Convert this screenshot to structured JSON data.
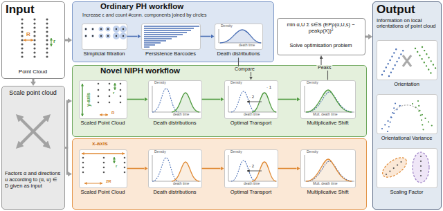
{
  "diagram": {
    "nodes": [
      {
        "text": [
          "Input",
          "Point Cloud"
        ]
      },
      {
        "text": [
          "Ordinary PH workflow",
          "Increase ε and count #conn. components joined by circles"
        ]
      },
      {
        "text": [
          "Simplicial filtration"
        ],
        "in": 1
      },
      {
        "text": [
          "Persistence Barcodes"
        ],
        "in": 1
      },
      {
        "text": [
          "Death distributions"
        ],
        "in": 1
      },
      {
        "text": [
          "min α,U Σ s∈S (EPρ(α,U,s) − peakρ(X))²",
          "Solve optimisation problem"
        ]
      },
      {
        "text": [
          "Output",
          "Information on local orientations of point cloud"
        ]
      },
      {
        "text": [
          "Orientation"
        ],
        "in": 6
      },
      {
        "text": [
          "Orientational Variance"
        ],
        "in": 6
      },
      {
        "text": [
          "Scaling Factor"
        ],
        "in": 6
      },
      {
        "text": [
          "Scale point cloud",
          "Factors α and directions u according to (α, u) ∈ D given as input"
        ]
      },
      {
        "text": [
          "Novel NIPH workflow"
        ]
      },
      {
        "text": [
          "Scaled Point Cloud"
        ],
        "in": 11
      },
      {
        "text": [
          "Death distributions"
        ],
        "in": 11
      },
      {
        "text": [
          "Optimal Transport"
        ],
        "in": 11
      },
      {
        "text": [
          "Multiplicative Shift"
        ],
        "in": 11
      },
      {
        "text": [
          "x-axis"
        ]
      },
      {
        "text": [
          "Scaled Point Cloud"
        ],
        "in": 16
      },
      {
        "text": [
          "Death distributions"
        ],
        "in": 16
      },
      {
        "text": [
          "Optimal Transport"
        ],
        "in": 16
      },
      {
        "text": [
          "Multiplicative Shift"
        ],
        "in": 16
      }
    ],
    "edges": [
      {
        "from": 0,
        "to": 1,
        "arrow": "to"
      },
      {
        "from": 0,
        "to": 10,
        "arrow": "to"
      },
      {
        "from": 10,
        "to": 11,
        "arrow": "to"
      },
      {
        "from": 10,
        "to": 16,
        "arrow": "to"
      },
      {
        "from": 2,
        "to": 3,
        "arrow": "to"
      },
      {
        "from": 3,
        "to": 4,
        "arrow": "to"
      },
      {
        "from": 12,
        "to": 13,
        "arrow": "to"
      },
      {
        "from": 13,
        "to": 14,
        "arrow": "to"
      },
      {
        "from": 14,
        "to": 15,
        "arrow": "to"
      },
      {
        "from": 17,
        "to": 18,
        "arrow": "to"
      },
      {
        "from": 18,
        "to": 19,
        "arrow": "to"
      },
      {
        "from": 19,
        "to": 20,
        "arrow": "to"
      },
      {
        "from": 4,
        "to": 14,
        "label": "Compare",
        "arrow": "to"
      },
      {
        "from": 15,
        "to": 5,
        "label": "Peaks",
        "arrow": "to"
      },
      {
        "from": 5,
        "to": 6,
        "arrow": "to"
      }
    ],
    "labels": [
      "R",
      "r",
      "Density",
      "death time",
      "y-axis",
      "R",
      "r",
      "Density",
      "death time",
      "Density",
      "death time",
      "· 2",
      "· 1",
      "Density",
      "Mult. death time",
      "2R",
      "r",
      "Density",
      "death time",
      "Density",
      "death time",
      "· 2",
      "Density",
      "Mult. death time"
    ]
  }
}
